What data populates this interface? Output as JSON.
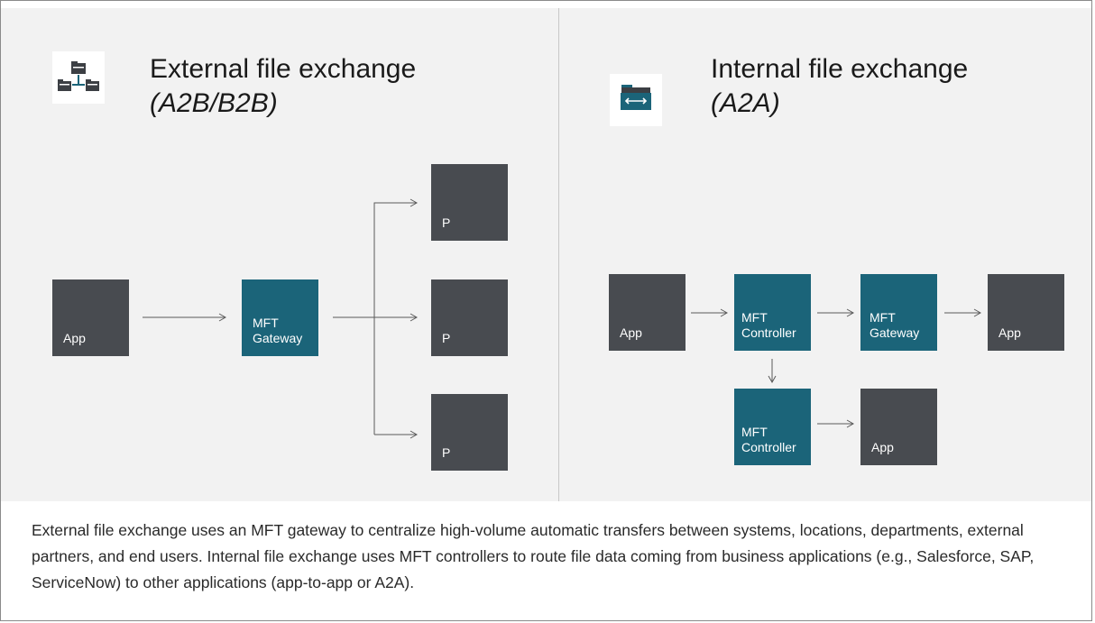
{
  "external": {
    "title": "External file exchange",
    "subtitle": "(A2B/B2B)",
    "icon": "folder-network-icon",
    "nodes": {
      "app": "App",
      "gateway": "MFT\nGateway",
      "p1": "P",
      "p2": "P",
      "p3": "P"
    }
  },
  "internal": {
    "title": "Internal file exchange",
    "subtitle": "(A2A)",
    "icon": "folder-transfer-icon",
    "nodes": {
      "app_source": "App",
      "controller_1": "MFT\nController",
      "gateway": "MFT\nGateway",
      "app_target": "App",
      "controller_2": "MFT\nController",
      "app_lower": "App"
    }
  },
  "caption": "External file exchange uses an MFT gateway to centralize high-volume automatic transfers between systems, locations, departments, external partners, and end users. Internal file exchange uses MFT controllers to route file data coming from business applications (e.g., Salesforce, SAP, ServiceNow) to other applications (app-to-app or A2A).",
  "colors": {
    "panel_bg": "#f2f2f2",
    "node_dark": "#484b50",
    "node_teal": "#1b6479",
    "connector": "#5a5a5a"
  }
}
